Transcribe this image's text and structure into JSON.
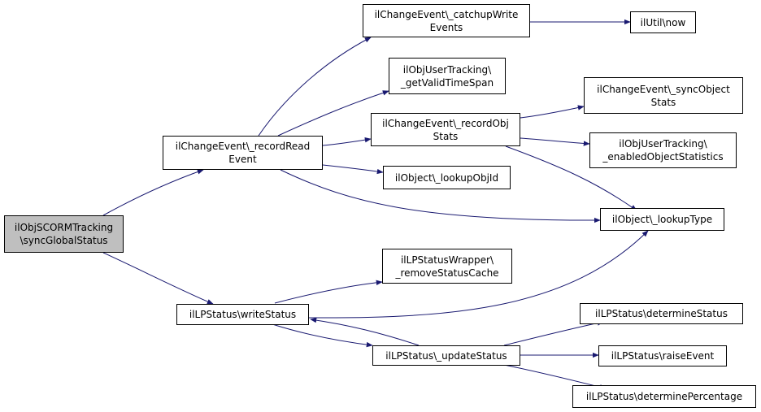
{
  "colors": {
    "edge": "#191970",
    "root_fill": "#bfbfbf",
    "node_fill": "#ffffff",
    "border": "#000000"
  },
  "nodes": {
    "sync_global_status": "ilObjSCORMTracking\n\\syncGlobalStatus",
    "record_read_event": "ilChangeEvent\\_recordRead\nEvent",
    "write_status": "ilLPStatus\\writeStatus",
    "catchup_write_events": "ilChangeEvent\\_catchupWrite\nEvents",
    "get_valid_time_span": "ilObjUserTracking\\\n_getValidTimeSpan",
    "record_obj_stats": "ilChangeEvent\\_recordObj\nStats",
    "lookup_obj_id": "ilObject\\_lookupObjId",
    "remove_status_cache": "ilLPStatusWrapper\\\n_removeStatusCache",
    "update_status": "ilLPStatus\\_updateStatus",
    "util_now": "ilUtil\\now",
    "sync_object_stats": "ilChangeEvent\\_syncObject\nStats",
    "enabled_object_statistics": "ilObjUserTracking\\\n_enabledObjectStatistics",
    "lookup_type": "ilObject\\_lookupType",
    "determine_status": "ilLPStatus\\determineStatus",
    "raise_event": "ilLPStatus\\raiseEvent",
    "determine_percentage": "ilLPStatus\\determinePercentage"
  }
}
